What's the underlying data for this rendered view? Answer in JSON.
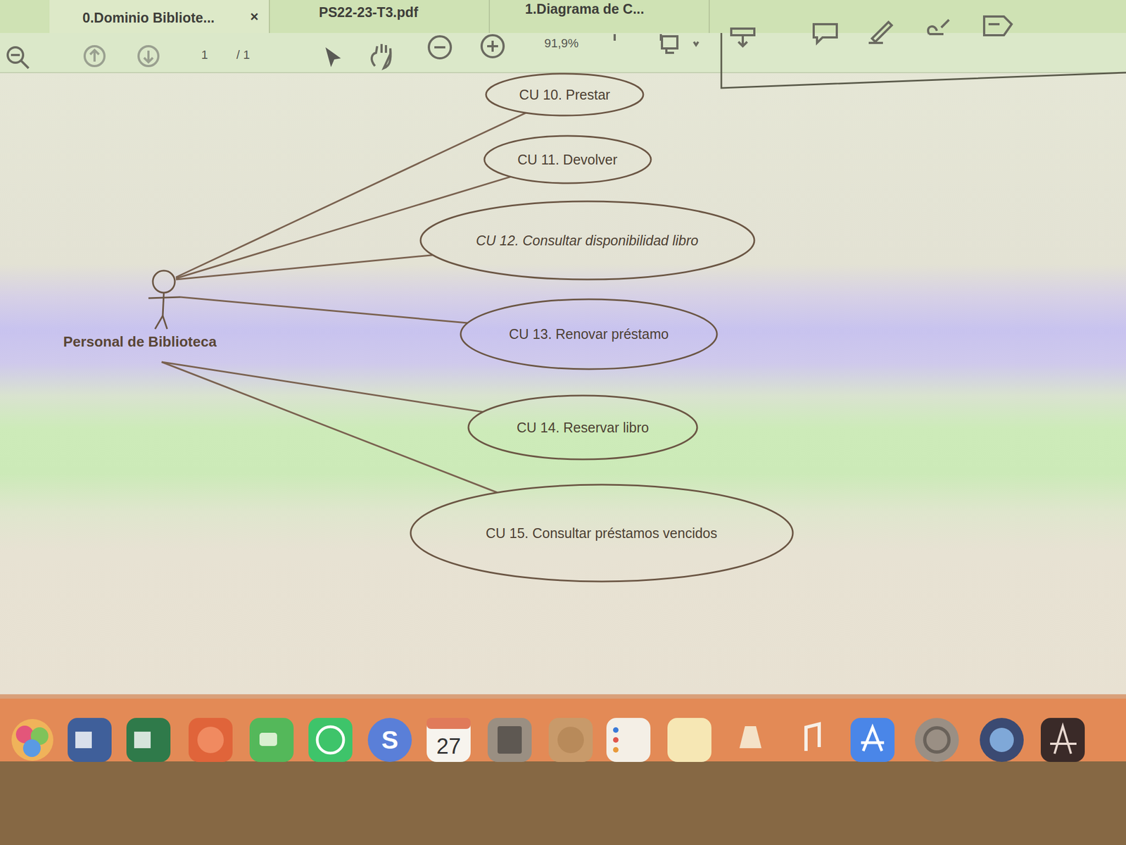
{
  "diagram": {
    "nodes": [
      {
        "text": [
          "Personal de Biblioteca"
        ]
      },
      {
        "text": [
          "CU 10. Prestar"
        ]
      },
      {
        "text": [
          "CU 11. Devolver"
        ]
      },
      {
        "text": [
          "CU 12. Consultar disponibilidad libro"
        ]
      },
      {
        "text": [
          "CU 13. Renovar préstamo"
        ]
      },
      {
        "text": [
          "CU 14. Reservar libro"
        ]
      },
      {
        "text": [
          "CU 15. Consultar préstamos vencidos"
        ]
      }
    ],
    "edges": [
      {
        "from": 0,
        "to": 1,
        "arrow": "none"
      },
      {
        "from": 0,
        "to": 2,
        "arrow": "none"
      },
      {
        "from": 0,
        "to": 3,
        "arrow": "none"
      },
      {
        "from": 0,
        "to": 4,
        "arrow": "none"
      },
      {
        "from": 0,
        "to": 5,
        "arrow": "none"
      },
      {
        "from": 0,
        "to": 6,
        "arrow": "none"
      }
    ],
    "labels": [
      "0.Dominio Bibliote...",
      "×",
      "PS22-23-T3.pdf",
      "1.Diagrama de C...",
      "1",
      "/ 1",
      "91,9%",
      "S",
      "27"
    ]
  }
}
